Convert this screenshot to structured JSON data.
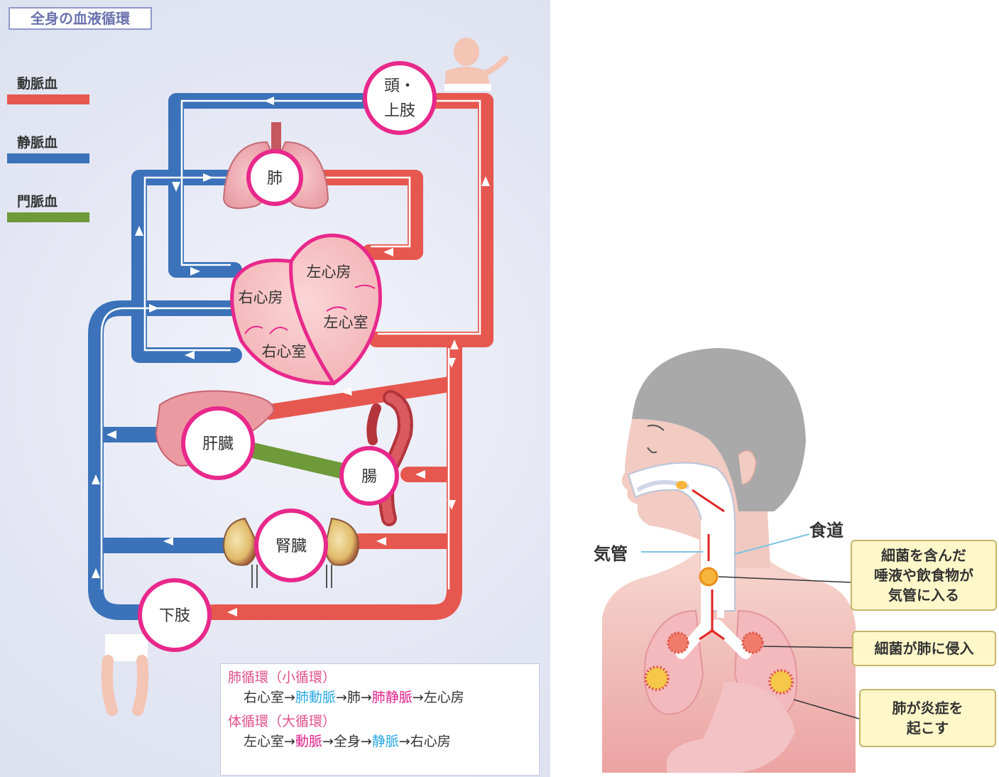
{
  "left": {
    "title": "全身の血液循環",
    "legend": [
      {
        "label": "動脈血",
        "color": "#e6574f"
      },
      {
        "label": "静脈血",
        "color": "#3b72b9"
      },
      {
        "label": "門脈血",
        "color": "#6e9a3a"
      }
    ],
    "organs": {
      "head": "頭・",
      "head2": "上肢",
      "lung": "肺",
      "left_atrium": "左心房",
      "right_atrium": "右心房",
      "left_ventricle": "左心室",
      "right_ventricle": "右心室",
      "liver": "肝臓",
      "intestine": "腸",
      "kidney": "腎臓",
      "lower_limb": "下肢"
    },
    "summary": {
      "pulmonary_title": "肺循環（小循環）",
      "pulmonary_flow": {
        "p1": "右心室→",
        "p2": "肺動脈",
        "p3": "→肺→",
        "p4": "肺静脈",
        "p5": "→左心房"
      },
      "systemic_title": "体循環（大循環）",
      "systemic_flow": {
        "p1": "左心室→",
        "p2": "動脈",
        "p3": "→全身→",
        "p4": "静脈",
        "p5": "→右心房"
      }
    }
  },
  "right": {
    "trachea_label": "気管",
    "esophagus_label": "食道",
    "callouts": [
      {
        "lines": [
          "細菌を含んだ",
          "唾液や飲食物が",
          "気管に入る"
        ]
      },
      {
        "lines": [
          "細菌が肺に侵入"
        ]
      },
      {
        "lines": [
          "肺が炎症を",
          "起こす"
        ]
      }
    ]
  }
}
